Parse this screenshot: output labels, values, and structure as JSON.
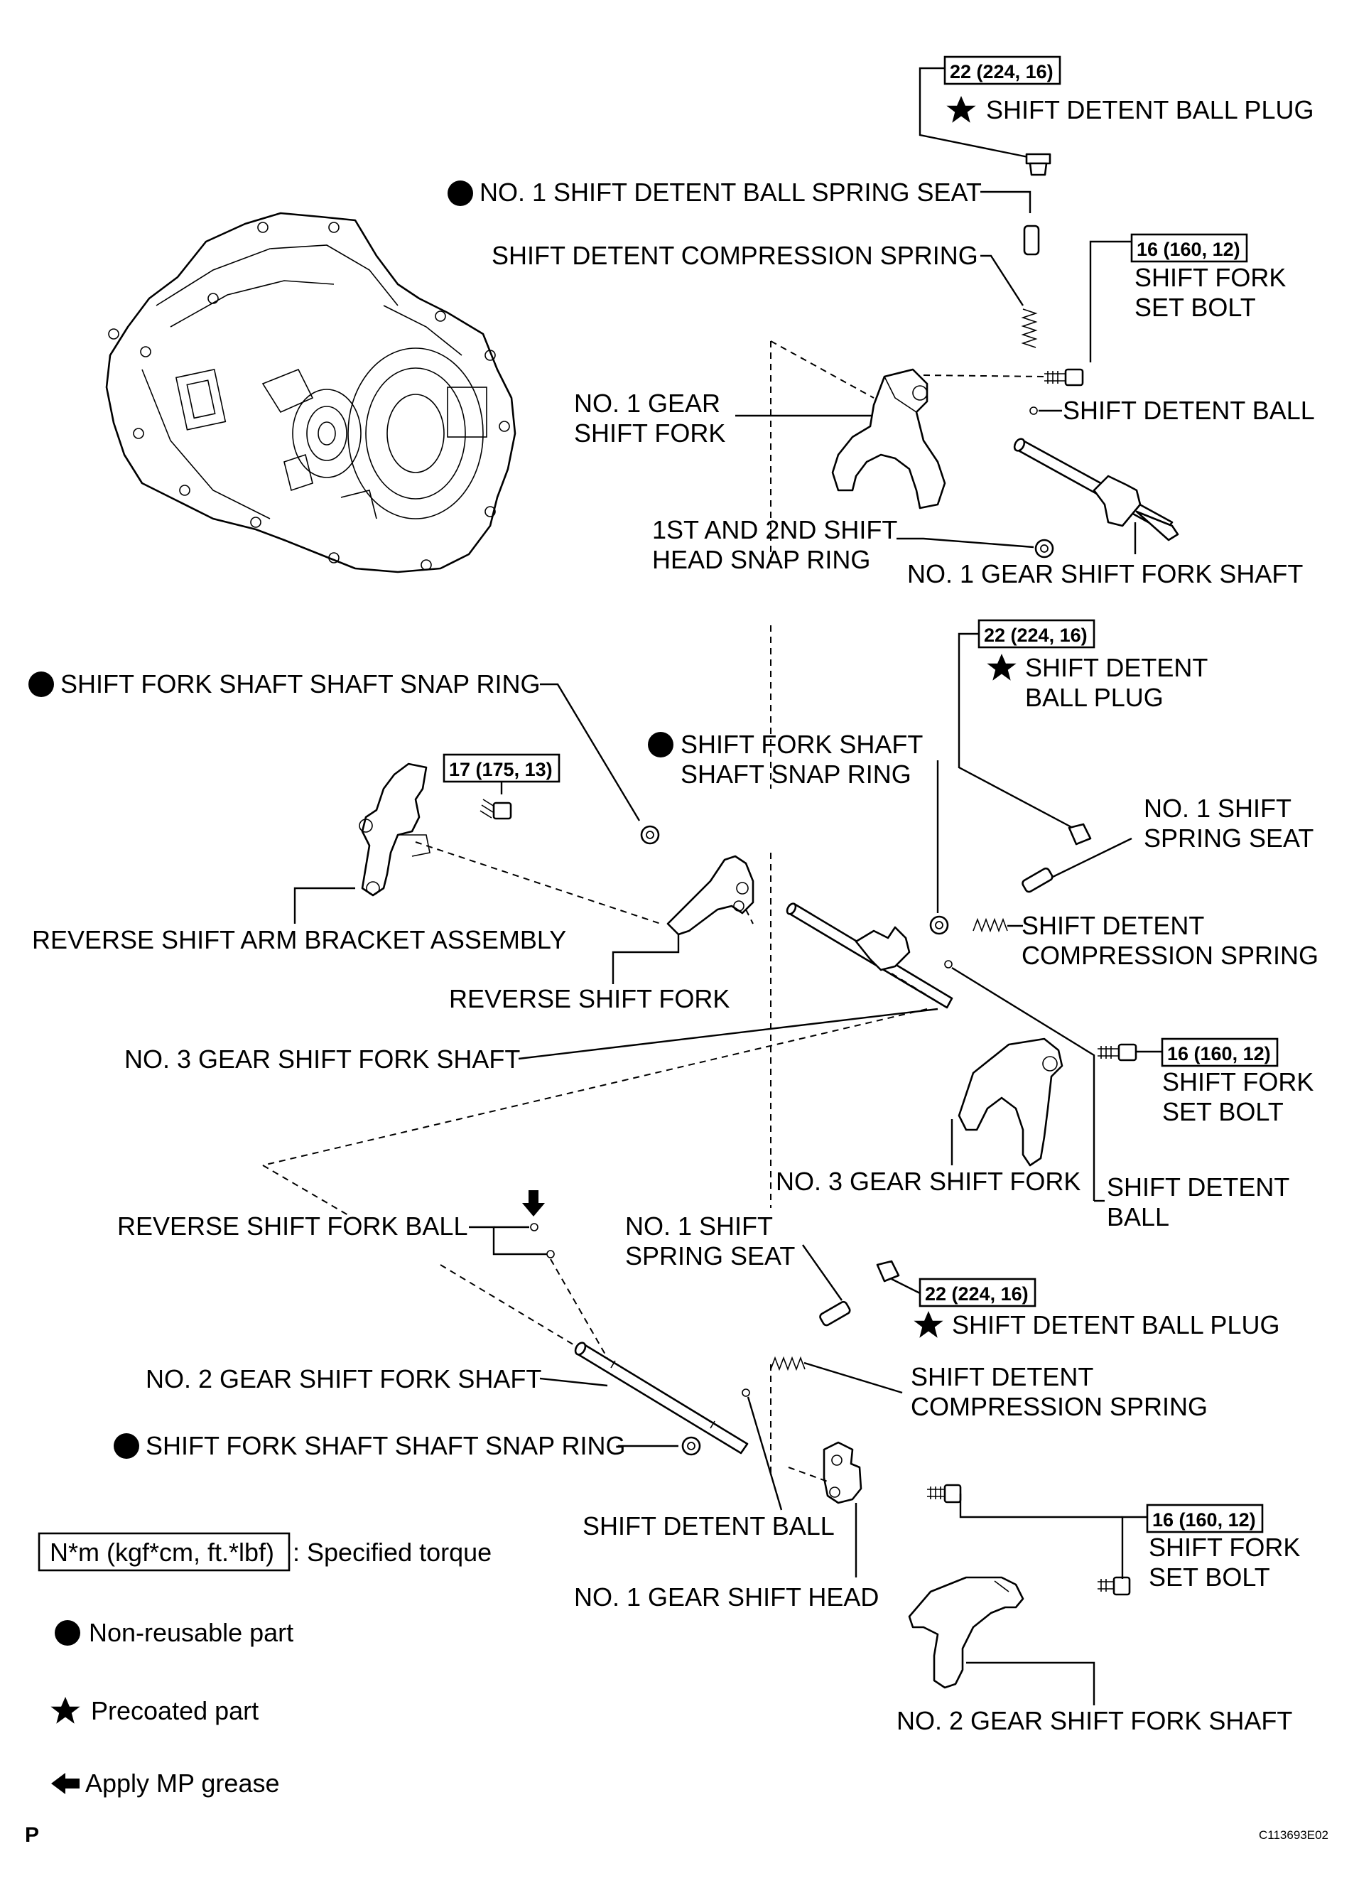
{
  "labels": {
    "torque_top": "22 (224, 16)",
    "plug_top": "SHIFT DETENT BALL PLUG",
    "spring_seat_top": "NO. 1 SHIFT DETENT BALL SPRING SEAT",
    "comp_spring_top": "SHIFT DETENT COMPRESSION SPRING",
    "torque_set_bolt_1": "16 (160, 12)",
    "set_bolt_1_line1": "SHIFT FORK",
    "set_bolt_1_line2": "SET BOLT",
    "gear_fork_1_line1": "NO. 1 GEAR",
    "gear_fork_1_line2": "SHIFT FORK",
    "detent_ball_1": "SHIFT DETENT BALL",
    "snap_ring_12_line1": "1ST AND 2ND SHIFT",
    "snap_ring_12_line2": "HEAD SNAP RING",
    "fork_shaft_1": "NO. 1 GEAR SHIFT FORK SHAFT",
    "torque_mid_plug": "22 (224, 16)",
    "plug_mid_line1": "SHIFT DETENT",
    "plug_mid_line2": "BALL PLUG",
    "snap_ring_left": "SHIFT FORK SHAFT SHAFT SNAP RING",
    "snap_ring_mid_line1": "SHIFT FORK SHAFT",
    "snap_ring_mid_line2": "SHAFT SNAP RING",
    "torque_bracket": "17 (175, 13)",
    "spring_seat_mid_line1": "NO. 1 SHIFT",
    "spring_seat_mid_line2": "SPRING SEAT",
    "arm_bracket": "REVERSE SHIFT ARM BRACKET ASSEMBLY",
    "comp_spring_mid_line1": "SHIFT DETENT",
    "comp_spring_mid_line2": "COMPRESSION SPRING",
    "reverse_fork": "REVERSE SHIFT FORK",
    "fork_shaft_3": "NO. 3 GEAR SHIFT FORK SHAFT",
    "torque_set_bolt_2": "16 (160, 12)",
    "set_bolt_2_line1": "SHIFT FORK",
    "set_bolt_2_line2": "SET BOLT",
    "gear_fork_3": "NO. 3 GEAR SHIFT FORK",
    "detent_ball_mid_line1": "SHIFT DETENT",
    "detent_ball_mid_line2": "BALL",
    "reverse_ball": "REVERSE SHIFT FORK BALL",
    "spring_seat_low_line1": "NO. 1 SHIFT",
    "spring_seat_low_line2": "SPRING SEAT",
    "torque_low_plug": "22 (224, 16)",
    "plug_low": "SHIFT DETENT BALL PLUG",
    "fork_shaft_2": "NO. 2 GEAR SHIFT FORK SHAFT",
    "comp_spring_low_line1": "SHIFT DETENT",
    "comp_spring_low_line2": "COMPRESSION SPRING",
    "snap_ring_low": "SHIFT FORK SHAFT SHAFT SNAP RING",
    "detent_ball_low": "SHIFT DETENT BALL",
    "torque_set_bolt_3": "16 (160, 12)",
    "set_bolt_3_line1": "SHIFT FORK",
    "set_bolt_3_line2": "SET BOLT",
    "gear_head_1": "NO. 1 GEAR SHIFT HEAD",
    "fork_shaft_2_bottom": "NO. 2 GEAR SHIFT FORK SHAFT"
  },
  "legend": {
    "torque_box": "N*m (kgf*cm, ft.*lbf)",
    "torque_desc": ": Specified torque",
    "non_reusable": "Non-reusable part",
    "precoated": "Precoated part",
    "grease": "Apply MP grease"
  },
  "footer": {
    "corner_letter": "P",
    "figure_code": "C113693E02"
  }
}
